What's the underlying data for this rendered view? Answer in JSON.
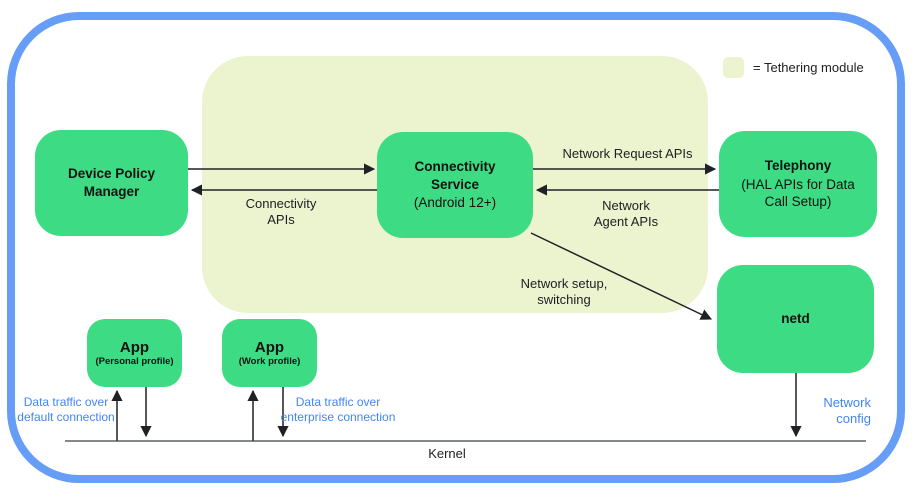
{
  "colors": {
    "node_green": "#3ddc84",
    "tether_bg": "#ecf3cf",
    "border_blue": "#669df6",
    "label_blue": "#4285f4",
    "ink": "#202124"
  },
  "legend": {
    "label": "= Tethering module"
  },
  "nodes": {
    "device_policy_manager": {
      "title": "Device Policy Manager"
    },
    "connectivity_service": {
      "title": "Connectivity Service",
      "subtitle": "(Android 12+)"
    },
    "telephony": {
      "title": "Telephony",
      "subtitle": "(HAL APIs for Data Call Setup)"
    },
    "netd": {
      "title": "netd"
    },
    "app_personal": {
      "title": "App",
      "subtitle": "(Personal profile)"
    },
    "app_work": {
      "title": "App",
      "subtitle": "(Work profile)"
    }
  },
  "edge_labels": {
    "network_request": "Network Request APIs",
    "network_agent": "Network Agent APIs",
    "connectivity_apis": "Connectivity APIs",
    "network_setup": "Network setup, switching"
  },
  "traffic_labels": {
    "default_connection": "Data traffic over default connection",
    "enterprise_connection": "Data traffic over enterprise connection",
    "network_config": "Network config"
  },
  "kernel": {
    "label": "Kernel"
  }
}
